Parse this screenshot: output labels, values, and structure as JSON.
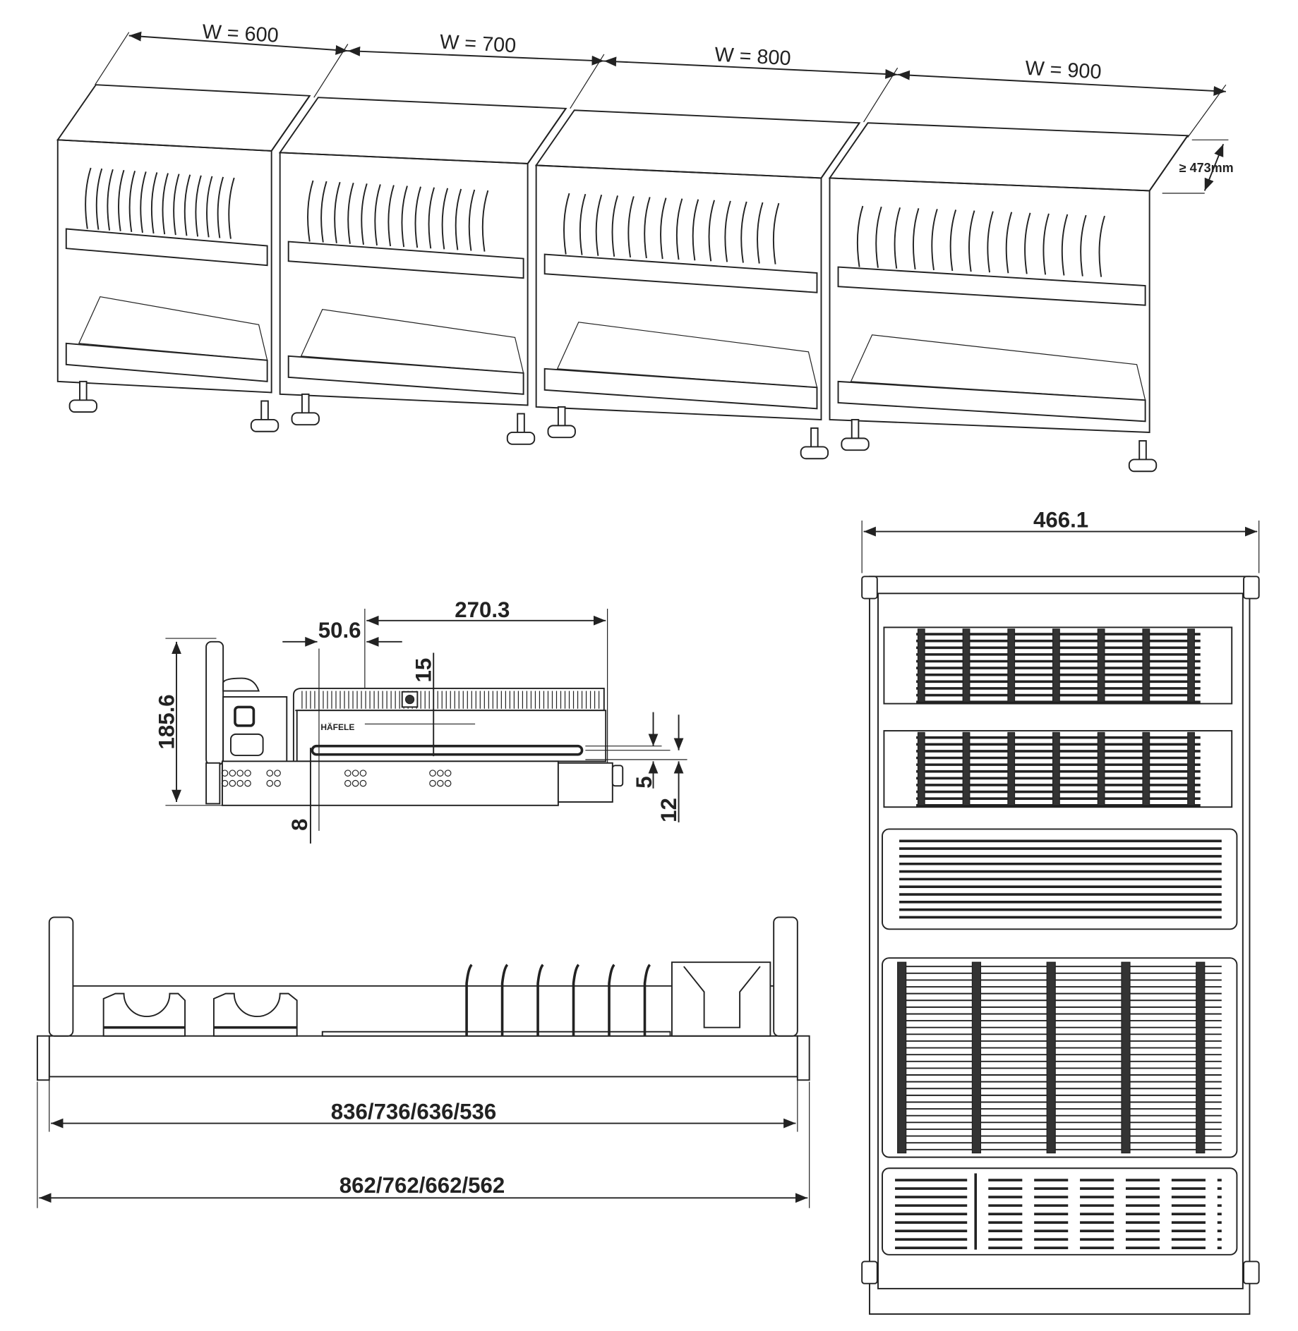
{
  "cabinets": {
    "widths": [
      "W = 600",
      "W = 700",
      "W = 800",
      "W = 900"
    ],
    "depth_label": "≥ 473mm"
  },
  "side_view": {
    "dim_height": "185.6",
    "dim_270": "270.3",
    "dim_50": "50.6",
    "dim_15": "15",
    "dim_8": "8",
    "dim_5": "5",
    "dim_12": "12",
    "logo": "HÄFELE"
  },
  "front_view": {
    "inner_width": "836/736/636/536",
    "outer_width": "862/762/662/562"
  },
  "top_view": {
    "width": "466.1"
  },
  "colors": {
    "line": "#222222",
    "background": "#ffffff"
  }
}
